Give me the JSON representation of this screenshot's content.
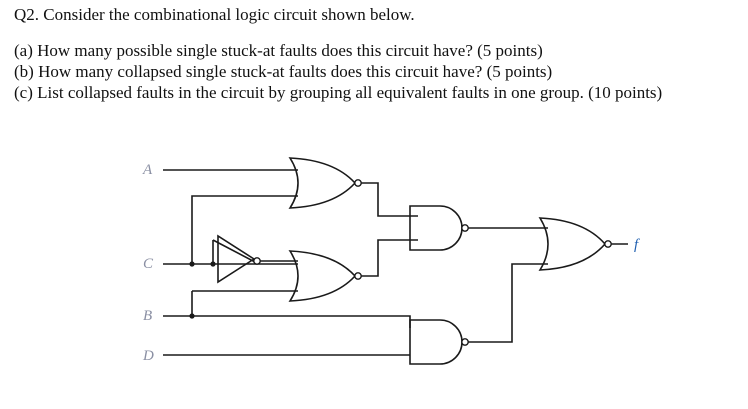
{
  "question": {
    "title": "Q2. Consider the combinational logic circuit shown below.",
    "parts": [
      "(a) How many possible single stuck-at faults does this circuit have? (5 points)",
      "(b) How many collapsed single stuck-at faults does this circuit have? (5 points)",
      "(c) List collapsed faults in the circuit by grouping all equivalent faults in one group. (10 points)"
    ]
  },
  "circuit": {
    "inputs": [
      "A",
      "C",
      "B",
      "D"
    ],
    "output": "f",
    "colors": {
      "wire": "#1a1a1a",
      "input_label": "#8a8fa3",
      "output_label": "#1f5fb0"
    }
  }
}
